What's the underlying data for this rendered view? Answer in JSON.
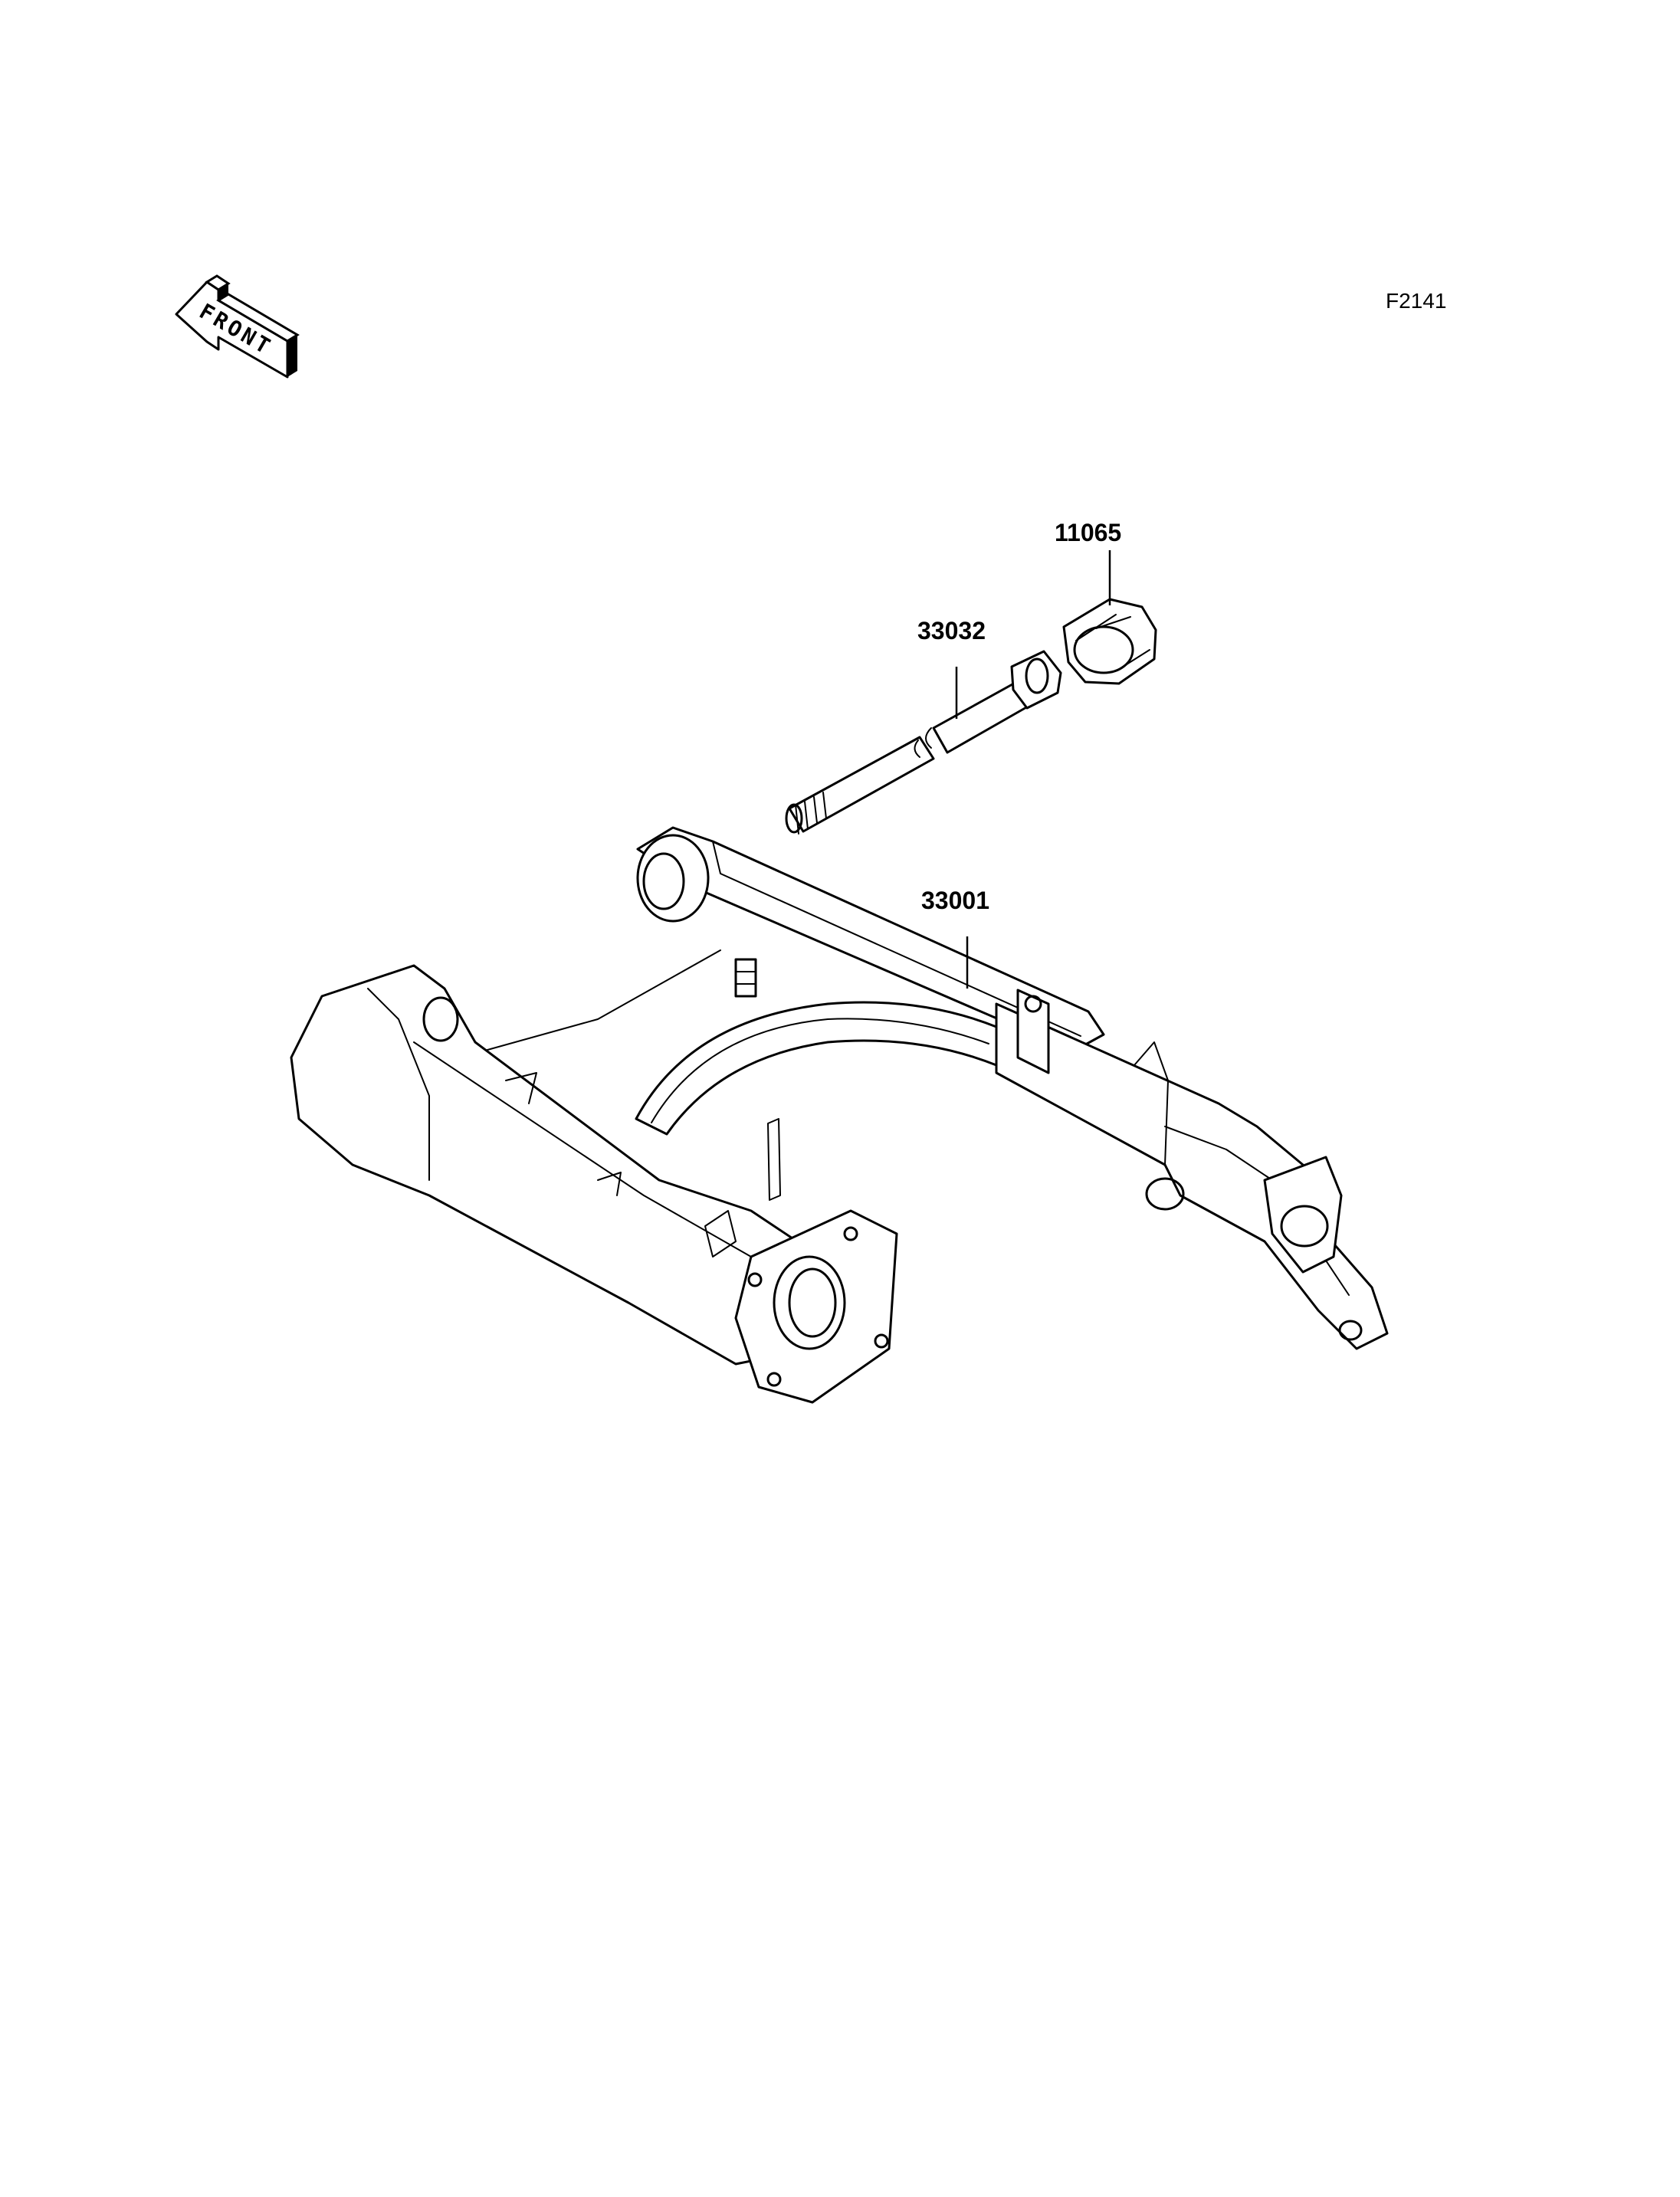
{
  "figure": {
    "code": "F2141",
    "front_label": "FRONT"
  },
  "parts": [
    {
      "number": "11065",
      "label": "11065"
    },
    {
      "number": "33032",
      "label": "33032"
    },
    {
      "number": "33001",
      "label": "33001"
    }
  ]
}
